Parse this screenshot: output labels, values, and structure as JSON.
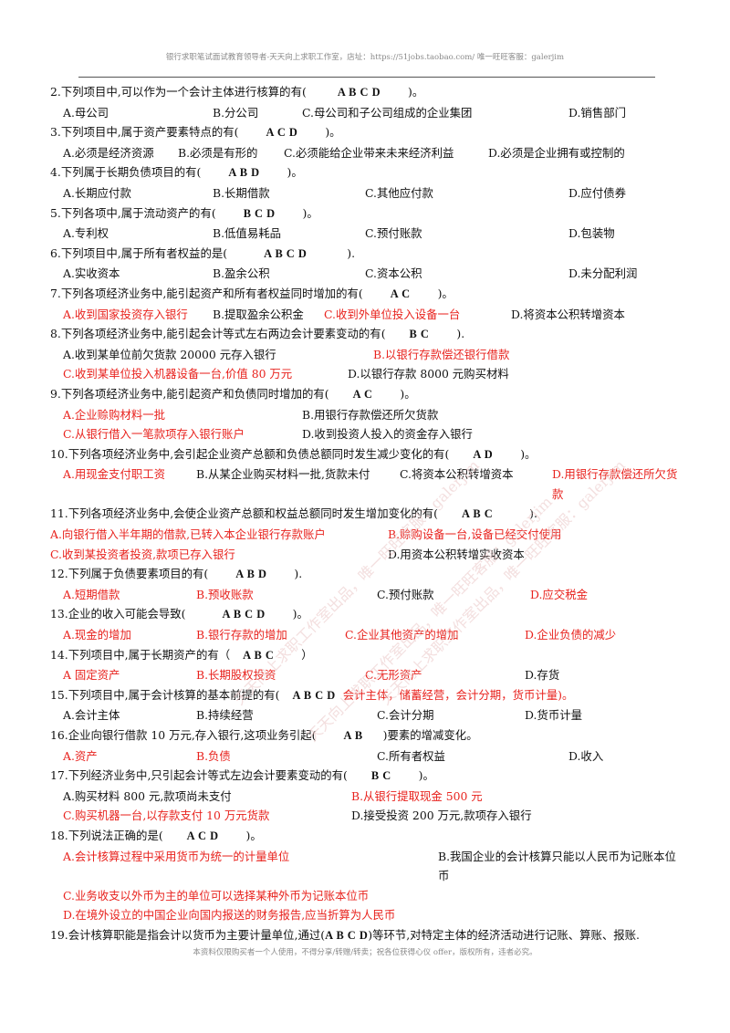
{
  "header": "银行求职笔试面试教育领导者-天天向上求职工作室，店址：https://51jobs.taobao.com/ 唯一旺旺客服：galerjim",
  "footer": "本资料仅限购买者一个人使用，不得分享/转赠/转卖；祝各位获得心仪 offer，版权所有，违者必究。",
  "watermark": "天天向上求职工作室出品，唯一旺旺客服：galerjim",
  "questions": [
    {
      "stem": "2.下列项目中,可以作为一个会计主体进行核算的有(",
      "ans": "A B C D",
      "end": ")。",
      "options": [
        "A.母公司",
        "B.分公司",
        "C.母公司和子公司组成的企业集团",
        "D.销售部门"
      ]
    },
    {
      "stem": "3.下列项目中,属于资产要素特点的有(",
      "ans": "A C D",
      "end": ")。",
      "options": [
        "A.必须是经济资源",
        "B.必须是有形的",
        "C.必须能给企业带来未来经济利益",
        "D.必须是企业拥有或控制的"
      ]
    },
    {
      "stem": "4.下列属于长期负债项目的有(",
      "ans": "A B D",
      "end": ")。",
      "options": [
        "A.长期应付款",
        "B.长期借款",
        "C.其他应付款",
        "D.应付债券"
      ]
    },
    {
      "stem": "5.下列各项中,属于流动资产的有(",
      "ans": "B C D",
      "end": ")。",
      "options": [
        "A.专利权",
        "B.低值易耗品",
        "C.预付账款",
        "D.包装物"
      ]
    },
    {
      "stem": "6.下列项目中,属于所有者权益的是(",
      "ans": "A B C D",
      "end": ").",
      "options": [
        "A.实收资本",
        "B.盈余公积",
        "C.资本公积",
        "D.未分配利润"
      ]
    },
    {
      "stem": "7.下列各项经济业务中,能引起资产和所有者权益同时增加的有(",
      "ans": "A C",
      "end": ")。",
      "options": [
        "A.收到国家投资存入银行",
        "B.提取盈余公积金",
        "C.收到外单位投入设备一台",
        "D.将资本公积转增资本"
      ]
    },
    {
      "stem": "8.下列各项经济业务中,能引起会计等式左右两边会计要素变动的有(",
      "ans": "B C",
      "end": ").",
      "options": [
        "A.收到某单位前欠货款 20000 元存入银行",
        "B.以银行存款偿还银行借款",
        "C.收到某单位投入机器设备一台,价值 80 万元",
        "D.以银行存款 8000 元购买材料"
      ]
    },
    {
      "stem": "9.下列各项经济业务中,能引起资产和负债同时增加的有(",
      "ans": "A C",
      "end": ")。",
      "options": [
        "A.企业赊购材料一批",
        "B.用银行存款偿还所欠货款",
        "C.从银行借入一笔款项存入银行账户",
        "D.收到投资人投入的资金存入银行"
      ]
    },
    {
      "stem": "10.下列各项经济业务中,会引起企业资产总额和负债总额同时发生减少变化的有(",
      "ans": "A D",
      "end": ")。",
      "options": [
        "A.用现金支付职工资",
        "B.从某企业购买材料一批,货款未付",
        "C.将资本公积转增资本",
        "D.用银行存款偿还所欠货款"
      ]
    },
    {
      "stem": "11.下列各项经济业务中,会使企业资产总额和权益总额同时发生增加变化的有(",
      "ans": "A B C",
      "end": ").",
      "options": [
        "A.向银行借入半年期的借款,已转入本企业银行存款账户",
        "B.赊购设备一台,设备已经交付使用",
        "C.收到某投资者投资,款项已存入银行",
        "D.用资本公积转增实收资本"
      ]
    },
    {
      "stem": "12.下列属于负债要素项目的有(",
      "ans": "A B D",
      "end": ").",
      "options": [
        "A.短期借款",
        "B.预收账款",
        "C.预付账款",
        "D.应交税金"
      ]
    },
    {
      "stem": "13.企业的收入可能会导致(",
      "ans": "A B C D",
      "end": ")。",
      "options": [
        "A.现金的增加",
        "B.银行存款的增加",
        "C.企业其他资产的增加",
        "D.企业负债的减少"
      ]
    },
    {
      "stem": "14.下列项目中,属于长期资产的有（",
      "ans": "A B C",
      "end": "）",
      "options": [
        "A 固定资产",
        "B.长期股权投资",
        "C.无形资产",
        "D.存货"
      ]
    },
    {
      "stem": "15.下列项目中,属于会计核算的基本前提的有(",
      "ans": "A B C D",
      "end": "",
      "note": "会计主体，储蓄经营，会计分期，货币计量)。",
      "options": [
        "A.会计主体",
        "B.持续经营",
        "C.会计分期",
        "D.货币计量"
      ]
    },
    {
      "stem": "16.企业向银行借款 10 万元,存入银行,这项业务引起(",
      "ans": "A B",
      "end": ")要素的增减变化。",
      "options": [
        "A.资产",
        "B.负债",
        "C.所有者权益",
        "D.收入"
      ]
    },
    {
      "stem": "17.下列经济业务中,只引起会计等式左边会计要素变动的有(",
      "ans": "B C",
      "end": ")。",
      "options": [
        "A.购买材料 800 元,款项尚未支付",
        "B.从银行提取现金 500 元",
        "C.购买机器一台,以存款支付 10 万元货款",
        "D.接受投资 200 万元,款项存入银行"
      ]
    },
    {
      "stem": "18.下列说法正确的是(",
      "ans": "A C D",
      "end": ")。",
      "options": [
        "A.会计核算过程中采用货币为统一的计量单位",
        "B.我国企业的会计核算只能以人民币为记账本位币",
        "C.业务收支以外币为主的单位可以选择某种外币为记账本位币",
        "D.在境外设立的中国企业向国内报送的财务报告,应当折算为人民币"
      ]
    }
  ],
  "q19": {
    "pre": "19.会计核算职能是指会计以货币为主要计量单位,通过(",
    "ans": "A B C D",
    "post": ")等环节,对特定主体的经济活动进行记账、算账、报账."
  }
}
